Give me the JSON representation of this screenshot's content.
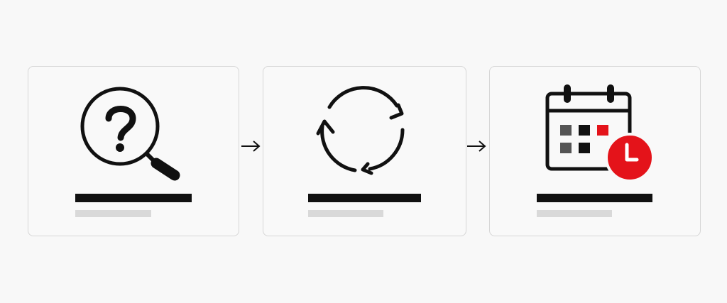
{
  "steps": [
    {
      "id": "search",
      "icon": "magnifier-question-icon"
    },
    {
      "id": "cycle",
      "icon": "refresh-cycle-icon"
    },
    {
      "id": "schedule",
      "icon": "calendar-clock-icon"
    }
  ],
  "connectors": [
    "arrow-right-icon",
    "arrow-right-icon"
  ],
  "colors": {
    "ink": "#111111",
    "accent": "#e4131a",
    "placeholder": "#d9d9d9",
    "card_border": "#d6d6d6",
    "dark_gray": "#555555"
  }
}
